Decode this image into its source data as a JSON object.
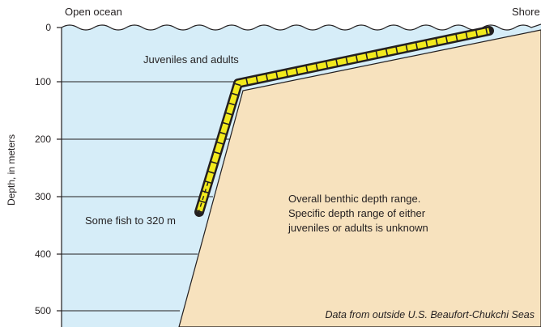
{
  "labels": {
    "open_ocean": "Open ocean",
    "shore": "Shore",
    "juveniles_adults": "Juveniles and adults",
    "some_fish": "Some fish to 320 m",
    "range_note": [
      "Overall benthic depth range.",
      "Specific depth range of either",
      "juveniles or adults is unknown"
    ],
    "source_note": "Data from outside U.S. Beaufort-Chukchi Seas",
    "y_axis": "Depth, in meters"
  },
  "depth_ticks": [
    "0",
    "100",
    "200",
    "300",
    "400",
    "500"
  ],
  "colors": {
    "water": "#d6edf8",
    "seafloor": "#f7e2be",
    "range_fill": "#f2ea1c",
    "outline": "#231f20"
  }
}
